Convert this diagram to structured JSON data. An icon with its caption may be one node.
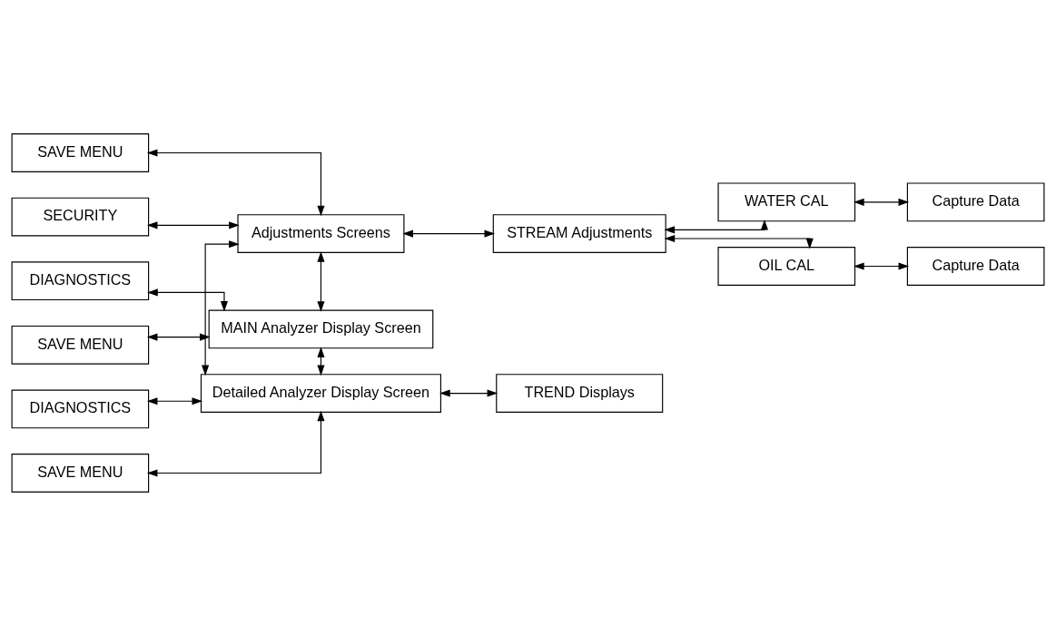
{
  "diagram": {
    "nodes": [
      {
        "text": [
          "DIAGNOSTICS"
        ]
      },
      {
        "text": [
          "SAVE MENU"
        ]
      },
      {
        "text": [
          "MAIN Analyzer Display Screen"
        ]
      },
      {
        "text": [
          "DIAGNOSTICS"
        ]
      },
      {
        "text": [
          "SAVE MENU"
        ]
      },
      {
        "text": [
          "Detailed Analyzer Display Screen"
        ]
      },
      {
        "text": [
          "TREND Displays"
        ]
      },
      {
        "text": [
          "SAVE MENU"
        ]
      },
      {
        "text": [
          "SECURITY"
        ]
      },
      {
        "text": [
          "Adjustments Screens"
        ]
      },
      {
        "text": [
          "STREAM Adjustments"
        ]
      },
      {
        "text": [
          "WATER CAL"
        ]
      },
      {
        "text": [
          "OIL CAL"
        ]
      },
      {
        "text": [
          "Capture Data"
        ]
      },
      {
        "text": [
          "Capture Data"
        ]
      }
    ],
    "edges": [
      {
        "from": 0,
        "to": 2,
        "arrow": "both"
      },
      {
        "from": 1,
        "to": 2,
        "arrow": "both"
      },
      {
        "from": 2,
        "to": 5,
        "arrow": "both"
      },
      {
        "from": 3,
        "to": 5,
        "arrow": "both"
      },
      {
        "from": 4,
        "to": 5,
        "arrow": "both"
      },
      {
        "from": 5,
        "to": 6,
        "arrow": "both"
      },
      {
        "from": 5,
        "to": 9,
        "arrow": "both"
      },
      {
        "from": 7,
        "to": 9,
        "arrow": "both"
      },
      {
        "from": 8,
        "to": 9,
        "arrow": "both"
      },
      {
        "from": 9,
        "to": 10,
        "arrow": "both"
      },
      {
        "from": 9,
        "to": 2,
        "arrow": "both"
      },
      {
        "from": 10,
        "to": 11,
        "arrow": "both"
      },
      {
        "from": 10,
        "to": 12,
        "arrow": "both"
      },
      {
        "from": 11,
        "to": 13,
        "arrow": "both"
      },
      {
        "from": 12,
        "to": 14,
        "arrow": "both"
      }
    ]
  }
}
